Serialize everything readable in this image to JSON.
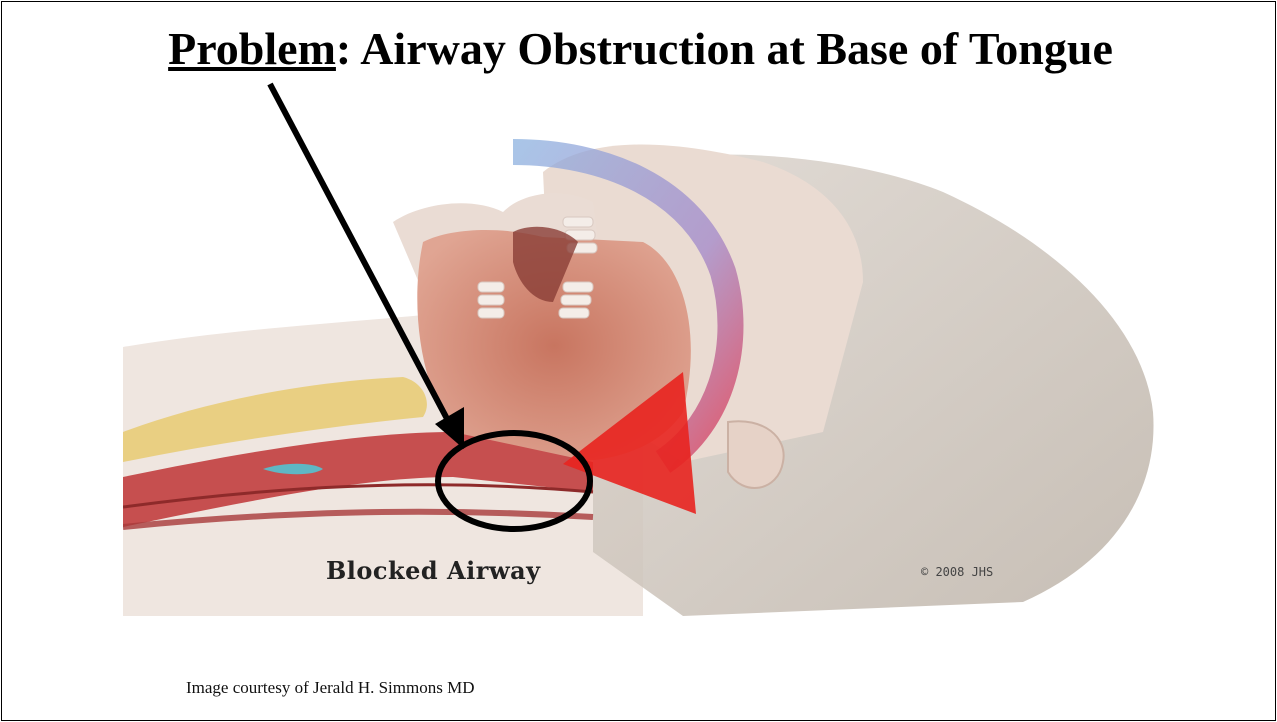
{
  "slide": {
    "title_keyword": "Problem",
    "title_rest": ": Airway Obstruction at Base of Tongue",
    "credit": "Image courtesy of Jerald H. Simmons MD"
  },
  "figure": {
    "label": "Blocked Airway",
    "copyright": "© 2008 JHS"
  },
  "colors": {
    "tissue": "#d98a7a",
    "airway": "#b23a3a",
    "hair": "#c9c0b6",
    "skin": "#e9dcd3",
    "arrow_red": "#e8231f",
    "arrow_blue": "#7fa6d8",
    "annotation": "#000000"
  }
}
